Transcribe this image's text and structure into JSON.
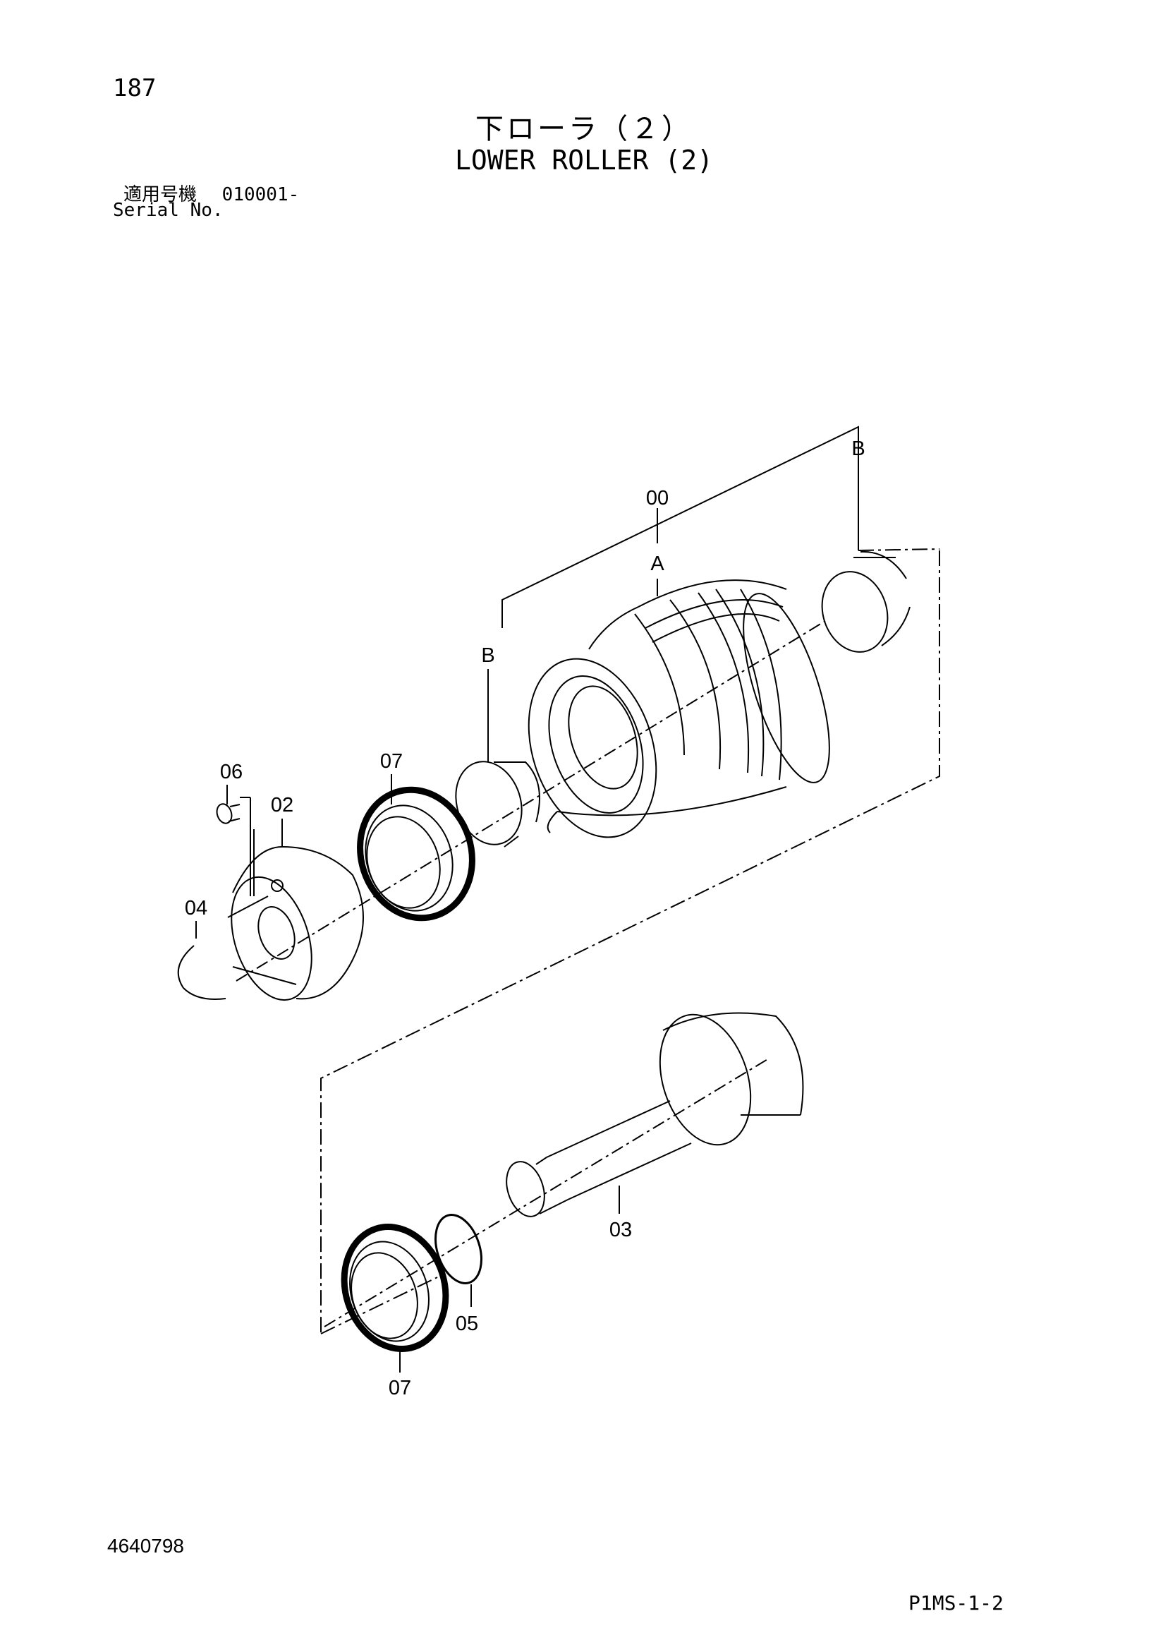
{
  "page": {
    "number": "187",
    "doc_number": "4640798",
    "sheet_code": "P1MS-1-2"
  },
  "title": {
    "japanese": "下ローラ（２）",
    "english": "LOWER ROLLER (2)"
  },
  "serial": {
    "label_japanese": "適用号機",
    "label_english": "Serial No.",
    "value": "010001-"
  },
  "callouts": {
    "c00": "00",
    "cA": "A",
    "cB_top": "B",
    "cB_left": "B",
    "c06": "06",
    "c02": "02",
    "c04": "04",
    "c07_top": "07",
    "c03": "03",
    "c05": "05",
    "c07_bottom": "07"
  }
}
